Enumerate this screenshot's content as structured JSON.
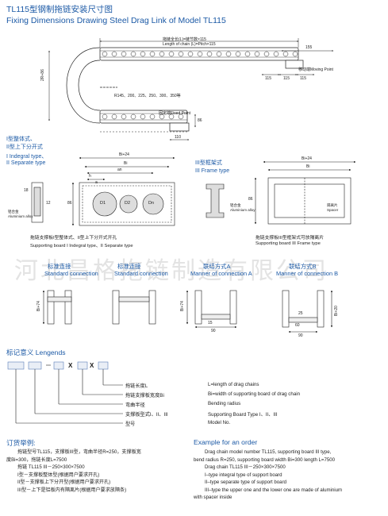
{
  "header": {
    "title_cn": "TL115型钢制拖链安装尺寸图",
    "title_en": "Fixing Dimensions Drawing Steel Drag Link of Model TL115"
  },
  "top_drawing": {
    "length_cn": "拖链全长(L)=链节数×115",
    "length_en": "Length of chain (L)=Pitch×115",
    "dim_155": "155",
    "dim_115a": "115",
    "dim_115b": "115",
    "dim_115c": "115",
    "moving_point": "移动端Moving Point",
    "radius_values": "R145、200、225、250、300、350等",
    "fixed_point": "固定端Fixed Point",
    "dim_110": "110",
    "height_label": "2R+86",
    "dim_86": "86"
  },
  "types_left": {
    "type1_cn": "I型整体式、",
    "type2_cn": "II型上下分开式",
    "type1_en": "I Indegral type、",
    "type2_en": "II Separate type"
  },
  "types_right": {
    "type3_cn": "III型框架式",
    "type3_en": "III Frame type"
  },
  "mid_left_drawing": {
    "bi24": "Bi+24",
    "bi": "Bi",
    "an": "an",
    "h": "h",
    "a": "a",
    "d1": "D1",
    "d2": "D2",
    "dn": "Dn",
    "dim_18": "18",
    "dim_12": "12",
    "dim_86": "86",
    "alloy": "铝合金 Aluminium alloy",
    "caption_cn": "拖链支撑板I型整体式、II型上下分开式开孔",
    "caption_en": "Supporting board I Indegral type、II Separate type"
  },
  "mid_right_drawing": {
    "bi24": "Bi+24",
    "bi": "Bi",
    "dim_86": "86",
    "spacer": "隔离片 Spacer",
    "alloy": "铝合金 Aluminium alloy",
    "caption_cn": "拖链支撑板III型框架式可放隔离片",
    "caption_en": "Supporting board III Frame type"
  },
  "connections": {
    "c1_cn": "标准连接",
    "c1_en": "Standard connection",
    "c2_cn": "标准连接",
    "c2_en": "Standard connection",
    "c3_cn": "联结方式A",
    "c3_en": "Manner of connection A",
    "c4_cn": "联结方式B",
    "c4_en": "Manner of connection B",
    "bi_dims": [
      "Bi+74",
      "Bi+74",
      "Bi+20"
    ],
    "dim_90": "90",
    "dim_60": "60",
    "dim_25": "25",
    "dim_15": "15"
  },
  "watermark": "河北昌格拖链制造有限公司",
  "legend": {
    "title": "标记意义 Lengends",
    "code_x1": "X",
    "code_x2": "X",
    "items_cn": [
      "拖链长度L",
      "拖链支撑板宽度Bi",
      "弯曲半径",
      "支撑板型式I、II、III",
      "型号"
    ],
    "items_en": [
      "L=length of drag chains",
      "Bi=width of supporting board of drag chain",
      "Bending radius",
      "Supporting Board Type I、II、III",
      "Model No."
    ]
  },
  "order_cn": {
    "title": "订货举例:",
    "lines": [
      "拖链型号TL115，支撑板III型，弯曲半径R=250，支撑板宽",
      "度Bi=300，拖链长度L=7500",
      "拖链 TL115 III－250×300×7500",
      "I型－支撑板整体型(根据用户要求开孔)",
      "II型－支撑板上下分开型(根据用户要求开孔)",
      "III型－上下是铝板内有隔离片(根据用户要求放隔条)"
    ]
  },
  "order_en": {
    "title": "Example for an order",
    "lines": [
      "Drag chain model number TL115, supporting board III type,",
      "bend radius R=250, supporting board width Bi=300 length L=7500",
      "Drag chain TL115 III－250×300×7500",
      "I–type integral type of support board",
      "II–type separate type of support board",
      "III–type the upper one and the lower one are made of aluminium",
      "with spacer inside"
    ]
  }
}
